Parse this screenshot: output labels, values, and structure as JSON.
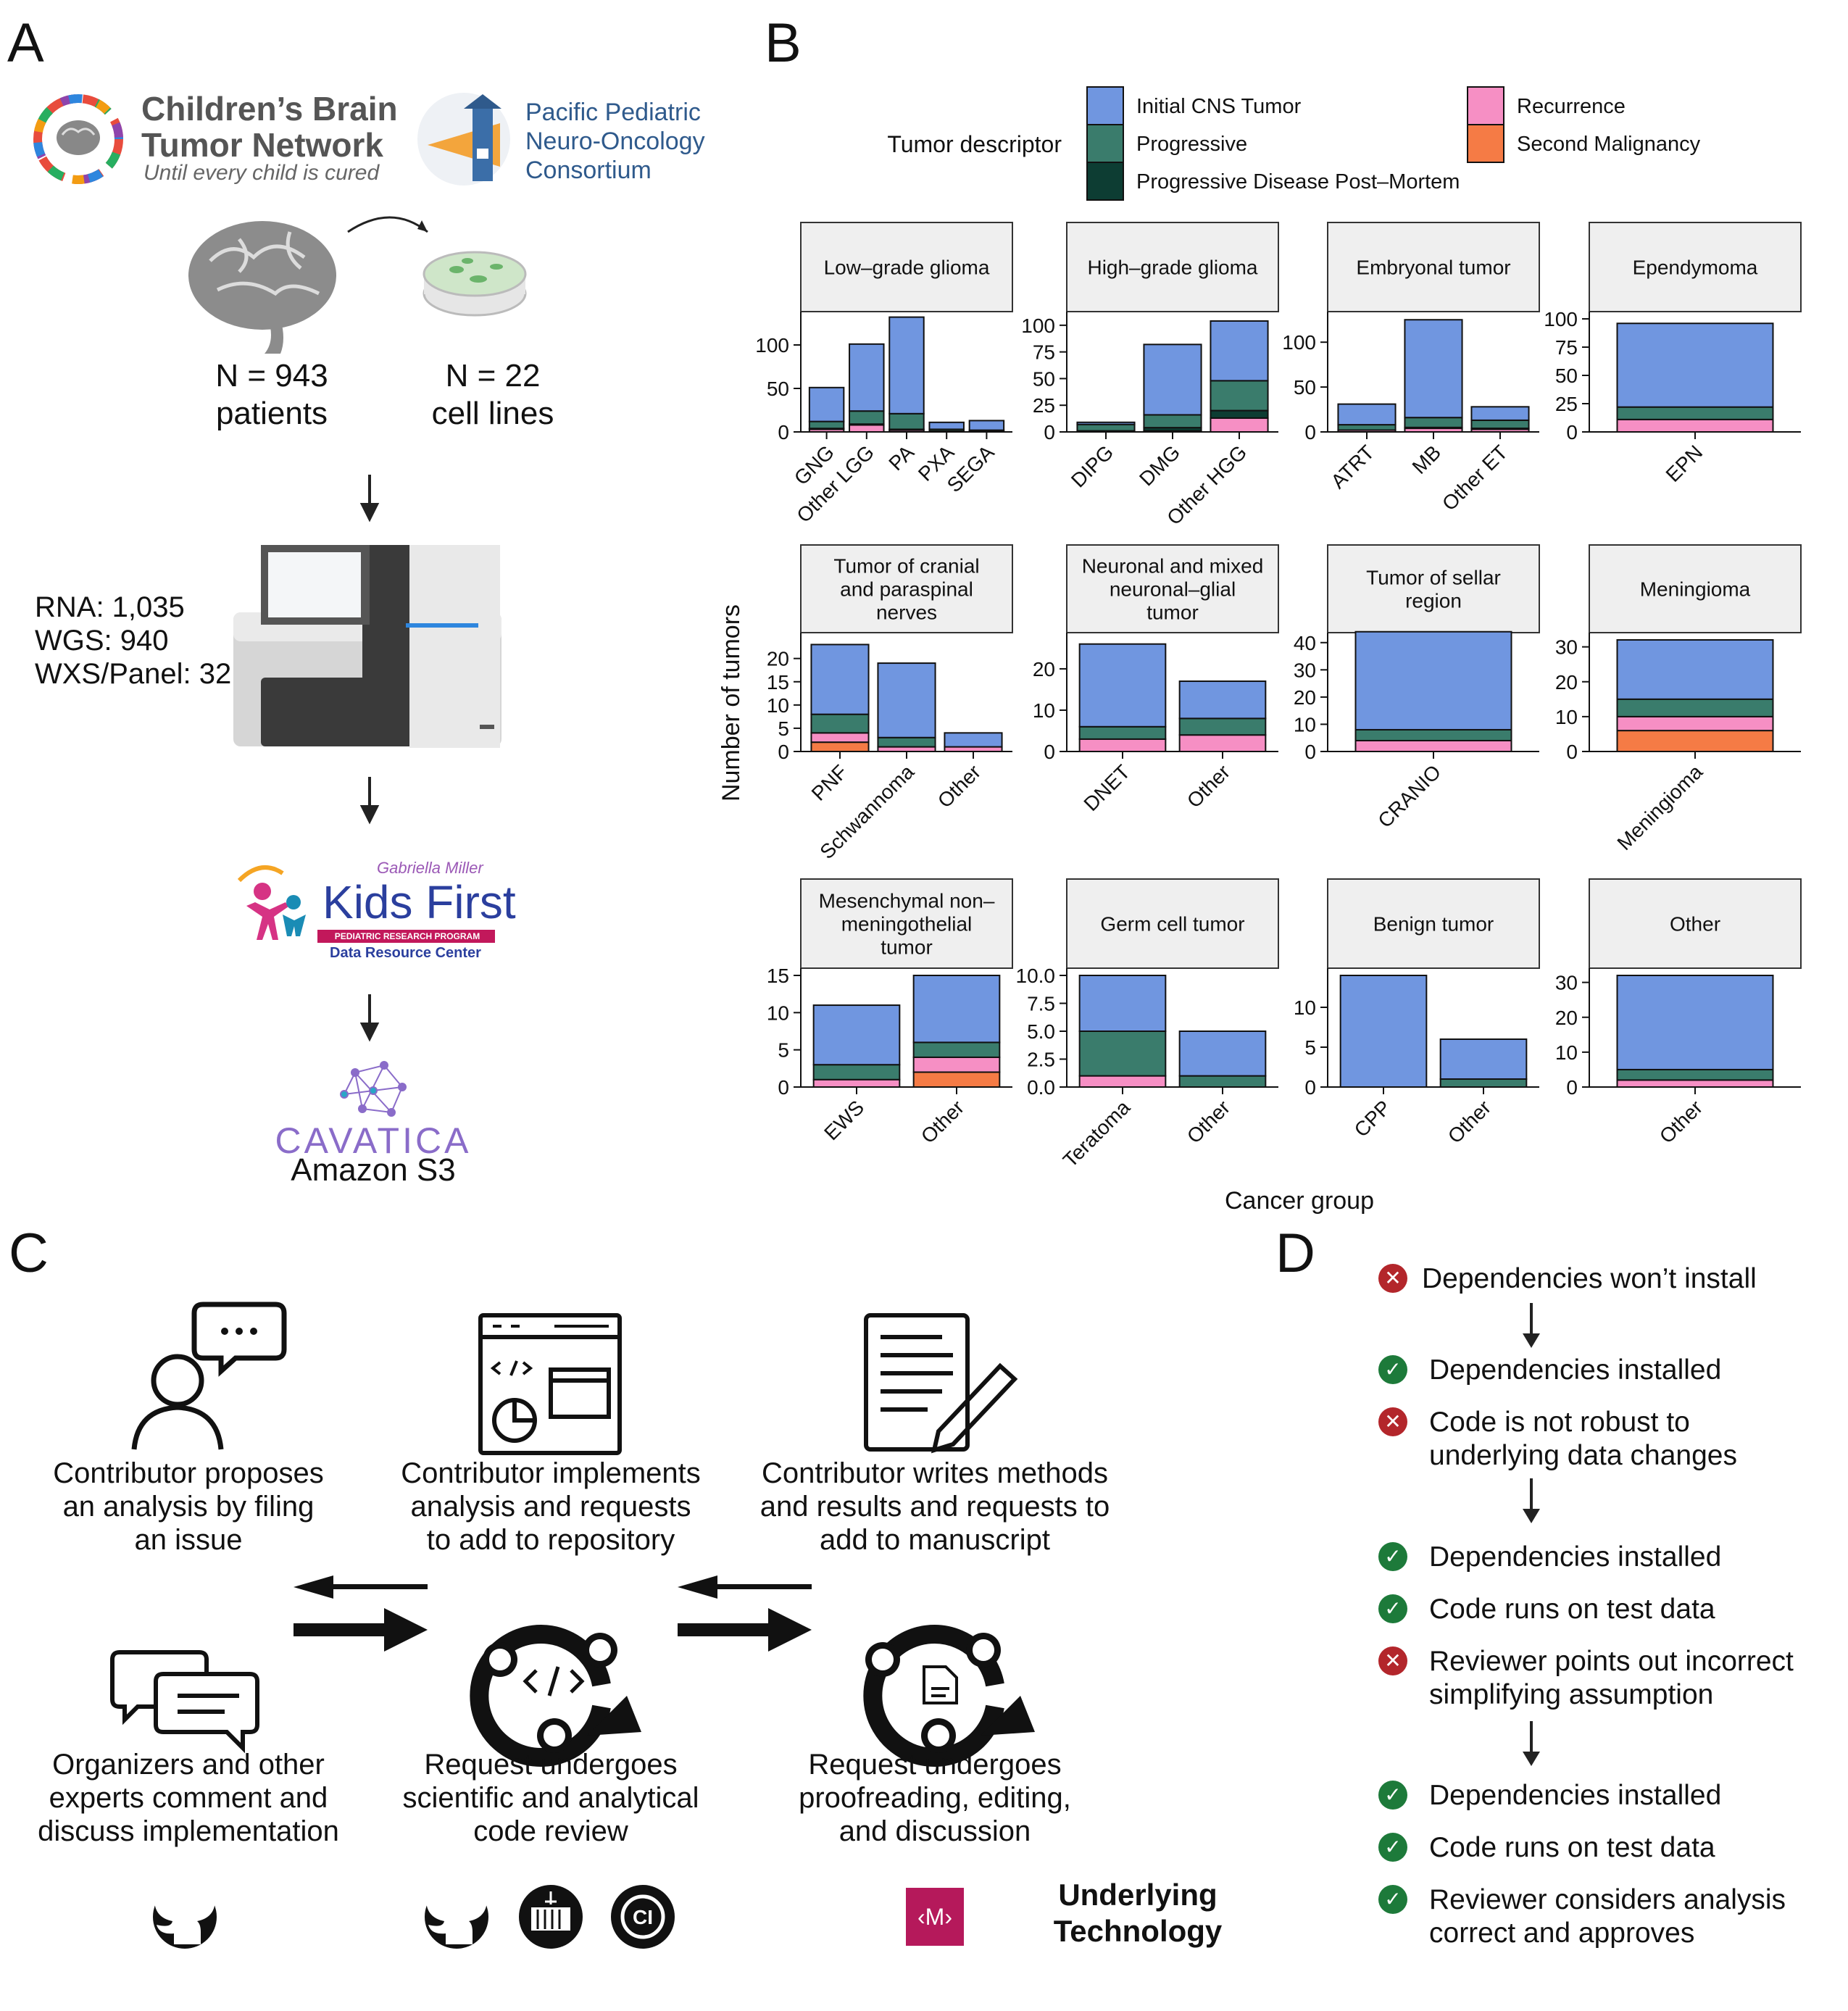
{
  "panel_labels": {
    "a": "A",
    "b": "B",
    "c": "C",
    "d": "D"
  },
  "panel_a": {
    "cbtn": {
      "line1": "Children’s Brain",
      "line2": "Tumor Network",
      "tagline": "Until every child is cured"
    },
    "pnoc": {
      "line1": "Pacific Pediatric",
      "line2": "Neuro-Oncology",
      "line3": "Consortium"
    },
    "patients_n": "N = 943",
    "patients_label": "patients",
    "cells_n": "N = 22",
    "cells_label": "cell lines",
    "seq_counts": [
      "RNA: 1,035",
      "WGS: 940",
      "WXS/Panel: 32"
    ],
    "kids_first": {
      "small": "Gabriella Miller",
      "main": "Kids First",
      "banner": "PEDIATRIC RESEARCH PROGRAM",
      "sub": "Data Resource Center"
    },
    "cavatica": "CAVATICA",
    "s3": "Amazon S3"
  },
  "legend": {
    "title": "Tumor descriptor",
    "items": [
      {
        "label": "Initial CNS Tumor",
        "color": "#7096e0"
      },
      {
        "label": "Progressive",
        "color": "#3a7c6c"
      },
      {
        "label": "Progressive Disease Post–Mortem",
        "color": "#0d3d33"
      },
      {
        "label": "Recurrence",
        "color": "#f68fc4"
      },
      {
        "label": "Second Malignancy",
        "color": "#f57b45"
      }
    ]
  },
  "chart_data": {
    "type": "bar",
    "stacked": true,
    "xlabel": "Cancer group",
    "ylabel": "Number of tumors",
    "series_order": [
      "Second Malignancy",
      "Recurrence",
      "Progressive Disease Post–Mortem",
      "Progressive",
      "Initial CNS Tumor"
    ],
    "facets": [
      {
        "title": [
          "Low–grade glioma"
        ],
        "ylim": [
          0,
          130
        ],
        "ticks": [
          0,
          50,
          100
        ],
        "categories": [
          "GNG",
          "Other LGG",
          "PA",
          "PXA",
          "SEGA"
        ],
        "stacks": [
          [
            0,
            3,
            1,
            8,
            39
          ],
          [
            0,
            8,
            1,
            15,
            77
          ],
          [
            0,
            2,
            1,
            18,
            111
          ],
          [
            0,
            1,
            0,
            2,
            8
          ],
          [
            0,
            1,
            0,
            1,
            11
          ]
        ]
      },
      {
        "title": [
          "High–grade glioma"
        ],
        "ylim": [
          0,
          106
        ],
        "ticks": [
          0,
          25,
          50,
          75,
          100
        ],
        "categories": [
          "DIPG",
          "DMG",
          "Other HGG"
        ],
        "stacks": [
          [
            0,
            0,
            1,
            6,
            2
          ],
          [
            0,
            1,
            3,
            12,
            66
          ],
          [
            0,
            13,
            7,
            28,
            56
          ]
        ]
      },
      {
        "title": [
          "Embryonal tumor"
        ],
        "ylim": [
          0,
          126
        ],
        "ticks": [
          0,
          50,
          100
        ],
        "categories": [
          "ATRT",
          "MB",
          "Other ET"
        ],
        "stacks": [
          [
            0,
            2,
            0,
            6,
            23
          ],
          [
            0,
            4,
            1,
            11,
            109
          ],
          [
            0,
            3,
            1,
            9,
            15
          ]
        ]
      },
      {
        "title": [
          "Ependymoma"
        ],
        "ylim": [
          0,
          100
        ],
        "ticks": [
          0,
          25,
          50,
          75,
          100
        ],
        "categories": [
          "EPN"
        ],
        "stacks": [
          [
            0,
            11,
            0,
            11,
            74
          ]
        ]
      },
      {
        "title": [
          "Tumor of cranial",
          "and paraspinal",
          "nerves"
        ],
        "ylim": [
          0,
          24
        ],
        "ticks": [
          0,
          5,
          10,
          15,
          20
        ],
        "categories": [
          "PNF",
          "Schwannoma",
          "Other"
        ],
        "stacks": [
          [
            2,
            2,
            0,
            4,
            15
          ],
          [
            0,
            1,
            0,
            2,
            16
          ],
          [
            0,
            1,
            0,
            0,
            3
          ]
        ]
      },
      {
        "title": [
          "Neuronal and mixed",
          "neuronal–glial",
          "tumor"
        ],
        "ylim": [
          0,
          27
        ],
        "ticks": [
          0,
          10,
          20
        ],
        "categories": [
          "DNET",
          "Other"
        ],
        "stacks": [
          [
            0,
            3,
            0,
            3,
            20
          ],
          [
            0,
            4,
            0,
            4,
            9
          ]
        ]
      },
      {
        "title": [
          "Tumor of sellar",
          "region"
        ],
        "ylim": [
          0,
          41
        ],
        "ticks": [
          0,
          10,
          20,
          30,
          40
        ],
        "categories": [
          "CRANIO"
        ],
        "stacks": [
          [
            0,
            4,
            0,
            4,
            36
          ]
        ]
      },
      {
        "title": [
          "Meningioma"
        ],
        "ylim": [
          0,
          32
        ],
        "ticks": [
          0,
          10,
          20,
          30
        ],
        "categories": [
          "Meningioma"
        ],
        "stacks": [
          [
            6,
            4,
            0,
            5,
            17
          ]
        ]
      },
      {
        "title": [
          "Mesenchymal non–",
          "meningothelial",
          "tumor"
        ],
        "ylim": [
          0,
          15
        ],
        "ticks": [
          0,
          5,
          10,
          15
        ],
        "categories": [
          "EWS",
          "Other"
        ],
        "stacks": [
          [
            0,
            1,
            0,
            2,
            8
          ],
          [
            2,
            2,
            0,
            2,
            9
          ]
        ]
      },
      {
        "title": [
          "Germ cell tumor"
        ],
        "ylim": [
          0,
          10
        ],
        "ticks": [
          0.0,
          2.5,
          5.0,
          7.5,
          10.0
        ],
        "tick_format": "fixed1",
        "categories": [
          "Teratoma",
          "Other"
        ],
        "stacks": [
          [
            0,
            1,
            0,
            4,
            5
          ],
          [
            0,
            0,
            0,
            1,
            4
          ]
        ]
      },
      {
        "title": [
          "Benign tumor"
        ],
        "ylim": [
          0,
          14
        ],
        "ticks": [
          0,
          5,
          10
        ],
        "categories": [
          "CPP",
          "Other"
        ],
        "stacks": [
          [
            0,
            0,
            0,
            0,
            14
          ],
          [
            0,
            0,
            0,
            1,
            5
          ]
        ]
      },
      {
        "title": [
          "Other"
        ],
        "ylim": [
          0,
          32
        ],
        "ticks": [
          0,
          10,
          20,
          30
        ],
        "categories": [
          "Other"
        ],
        "stacks": [
          [
            0,
            2,
            0,
            3,
            27
          ]
        ]
      }
    ]
  },
  "panel_c": {
    "steps": [
      {
        "lines": [
          "Contributor proposes",
          "an analysis by filing",
          "an issue"
        ]
      },
      {
        "lines": [
          "Contributor implements",
          "analysis and requests",
          "to add to repository"
        ]
      },
      {
        "lines": [
          "Contributor writes methods",
          "and results and requests to",
          "add to manuscript"
        ]
      },
      {
        "lines": [
          "Organizers and other",
          "experts comment and",
          "discuss implementation"
        ]
      },
      {
        "lines": [
          "Request undergoes",
          "scientific and analytical",
          "code review"
        ]
      },
      {
        "lines": [
          "Request undergoes",
          "proofreading, editing,",
          "and discussion"
        ]
      }
    ],
    "underlying": [
      "Underlying",
      "Technology"
    ]
  },
  "panel_d": {
    "groups": [
      [
        {
          "status": "fail",
          "lines": [
            "Dependencies won’t install"
          ]
        }
      ],
      [
        {
          "status": "pass",
          "lines": [
            "Dependencies installed"
          ]
        },
        {
          "status": "fail",
          "lines": [
            "Code is not robust to",
            "underlying data changes"
          ]
        }
      ],
      [
        {
          "status": "pass",
          "lines": [
            "Dependencies installed"
          ]
        },
        {
          "status": "pass",
          "lines": [
            "Code runs on test data"
          ]
        },
        {
          "status": "fail",
          "lines": [
            "Reviewer points out incorrect",
            "simplifying assumption"
          ]
        }
      ],
      [
        {
          "status": "pass",
          "lines": [
            "Dependencies installed"
          ]
        },
        {
          "status": "pass",
          "lines": [
            "Code runs on test data"
          ]
        },
        {
          "status": "pass",
          "lines": [
            "Reviewer considers analysis",
            "correct and approves"
          ]
        }
      ]
    ],
    "colors": {
      "pass": "#1d7a3a",
      "fail": "#b3262b"
    }
  }
}
